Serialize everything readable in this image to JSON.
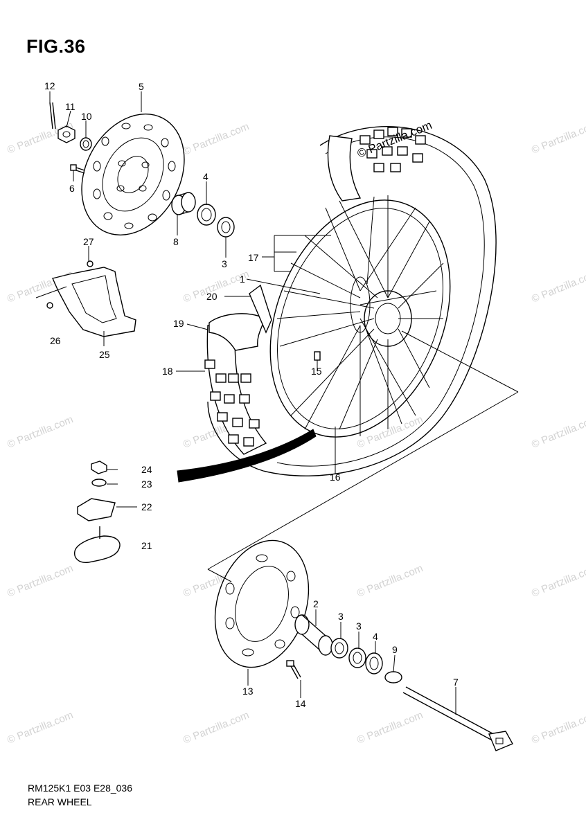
{
  "figure": {
    "title": "FIG.36",
    "code": "RM125K1 E03 E28_036",
    "name": "REAR WHEEL"
  },
  "watermark": {
    "text": "© Partzilla.com",
    "accent_text": "© Partzilla.com"
  },
  "callouts": [
    {
      "id": "c12",
      "label": "12"
    },
    {
      "id": "c11",
      "label": "11"
    },
    {
      "id": "c10",
      "label": "10"
    },
    {
      "id": "c5",
      "label": "5"
    },
    {
      "id": "c6",
      "label": "6"
    },
    {
      "id": "c4a",
      "label": "4"
    },
    {
      "id": "c8",
      "label": "8"
    },
    {
      "id": "c3a",
      "label": "3"
    },
    {
      "id": "c27",
      "label": "27"
    },
    {
      "id": "c17",
      "label": "17"
    },
    {
      "id": "c1",
      "label": "1"
    },
    {
      "id": "c20",
      "label": "20"
    },
    {
      "id": "c19",
      "label": "19"
    },
    {
      "id": "c26",
      "label": "26"
    },
    {
      "id": "c25",
      "label": "25"
    },
    {
      "id": "c18",
      "label": "18"
    },
    {
      "id": "c15",
      "label": "15"
    },
    {
      "id": "c24",
      "label": "24"
    },
    {
      "id": "c23",
      "label": "23"
    },
    {
      "id": "c22",
      "label": "22"
    },
    {
      "id": "c21",
      "label": "21"
    },
    {
      "id": "c16",
      "label": "16"
    },
    {
      "id": "c2",
      "label": "2"
    },
    {
      "id": "c3b",
      "label": "3"
    },
    {
      "id": "c3c",
      "label": "3"
    },
    {
      "id": "c4b",
      "label": "4"
    },
    {
      "id": "c9",
      "label": "9"
    },
    {
      "id": "c7",
      "label": "7"
    },
    {
      "id": "c13",
      "label": "13"
    },
    {
      "id": "c14",
      "label": "14"
    }
  ]
}
